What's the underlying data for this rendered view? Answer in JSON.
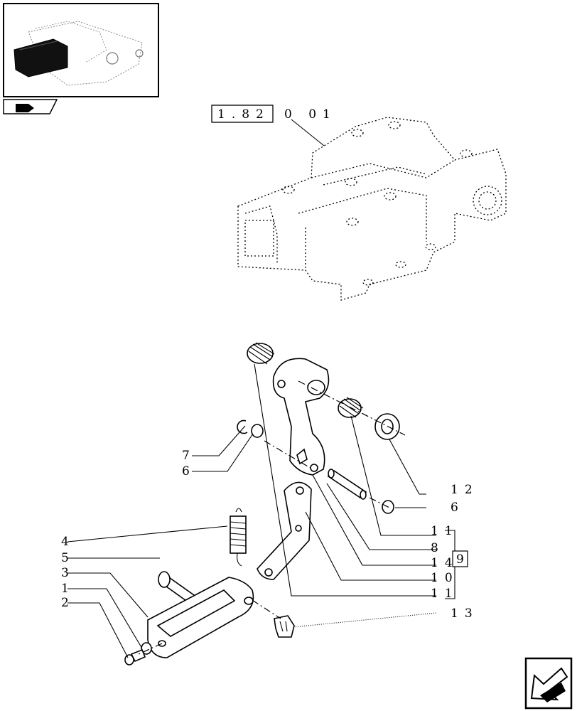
{
  "reference": {
    "box_text": "1.82",
    "suffix_text": "0 01"
  },
  "callouts": [
    {
      "label": "7"
    },
    {
      "label": "6"
    },
    {
      "label": "12"
    },
    {
      "label": "6"
    },
    {
      "label": "11"
    },
    {
      "label": "8"
    },
    {
      "label": "14"
    },
    {
      "label": "9"
    },
    {
      "label": "10"
    },
    {
      "label": "11"
    },
    {
      "label": "4"
    },
    {
      "label": "5"
    },
    {
      "label": "3"
    },
    {
      "label": "1"
    },
    {
      "label": "2"
    },
    {
      "label": "13"
    }
  ],
  "icons": {
    "thumbnail": "lift-housing-thumbnail",
    "nav_tab": "book-arrow-icon",
    "next": "next-page-arrow-icon"
  }
}
